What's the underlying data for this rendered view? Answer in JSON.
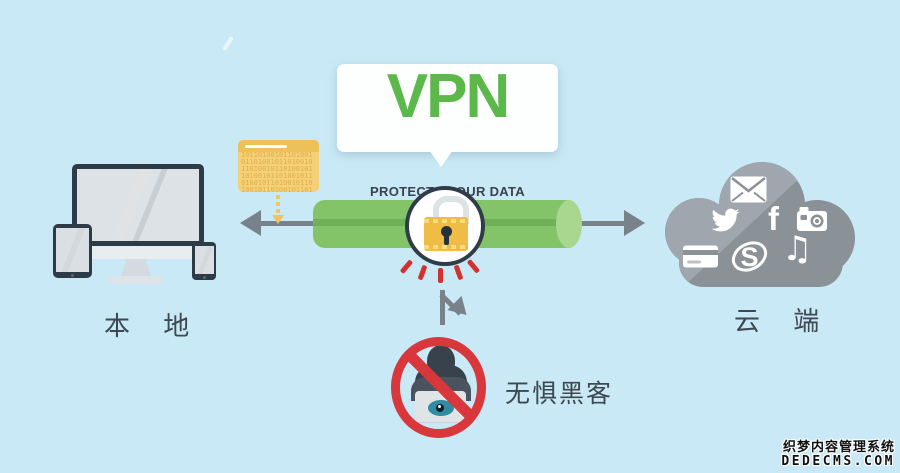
{
  "bubble": {
    "title": "VPN",
    "subtitle": "PROTECTS YOUR DATA"
  },
  "labels": {
    "local": "本 地",
    "cloud": "云 端",
    "hacker": "无惧黑客"
  },
  "packet": {
    "binary": "1011010010110100101101001011010010110100101101001011010010110100101101001011010010110100101101001011010010110100"
  },
  "icons": {
    "facebook": "f",
    "skype": "S",
    "music": "♫"
  },
  "watermark": {
    "line1": "织梦内容管理系统",
    "line2": "DEDECMS.COM"
  },
  "colors": {
    "background": "#C9E9F6",
    "vpn_green": "#5CB84B",
    "tunnel_green": "#83C468",
    "tunnel_stripe": "#6FB158",
    "tunnel_cap": "#A9D78F",
    "arrow_gray": "#78828B",
    "cloud_dark": "#8A9197",
    "cloud_light": "#9FA6AD",
    "lock_gold": "#EFBD45",
    "packet_yellow": "#F4D077",
    "alert_red": "#D2312E",
    "ban_red": "#D8373C",
    "device_frame": "#2D3A47",
    "text_dark": "#3E4851",
    "eye_teal": "#2F8CA3"
  }
}
